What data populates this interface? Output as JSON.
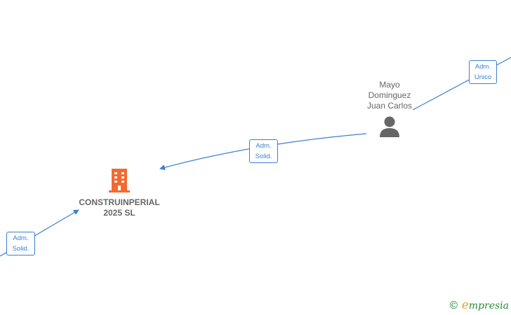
{
  "edges": [
    {
      "id": "edge-upper",
      "label_line1": "Adm.",
      "label_line2": "Unico"
    },
    {
      "id": "edge-middle",
      "label_line1": "Adm.",
      "label_line2": "Solid."
    },
    {
      "id": "edge-lower",
      "label_line1": "Adm.",
      "label_line2": "Solid."
    }
  ],
  "nodes": {
    "company": {
      "name_line1": "CONSTRUINPERIAL",
      "name_line2": "2025  SL",
      "icon": "building-icon",
      "color": "#f26a2e"
    },
    "person": {
      "name_line1": "Mayo",
      "name_line2": "Dominguez",
      "name_line3": "Juan Carlos",
      "icon": "person-icon",
      "color": "#666666"
    }
  },
  "footer": {
    "copyright_symbol": "©",
    "brand_initial": "e",
    "brand_rest": "mpresia"
  },
  "colors": {
    "edge": "#3b7fd4",
    "company": "#f26a2e",
    "text": "#666666"
  }
}
